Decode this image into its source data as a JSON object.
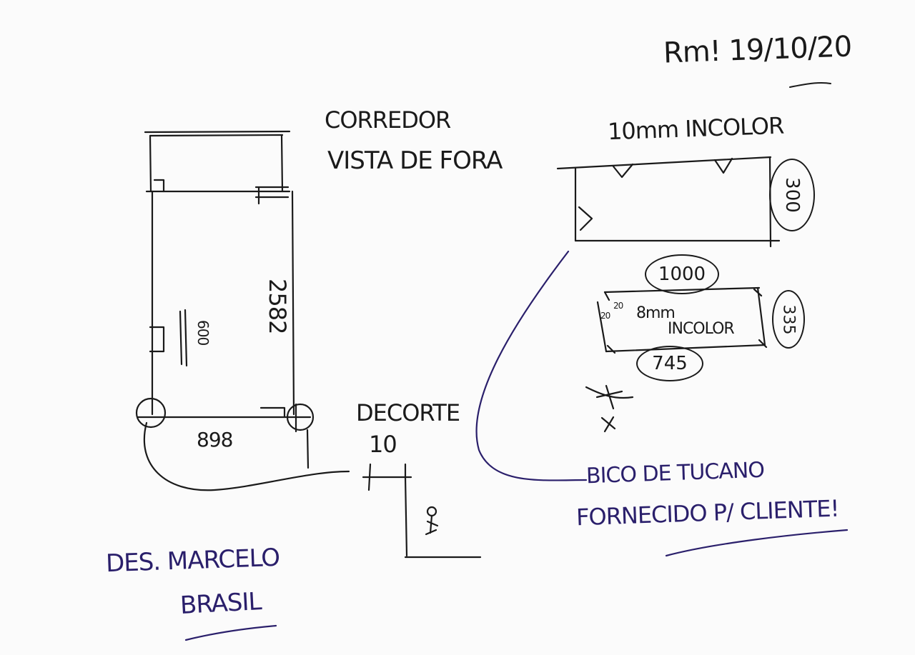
{
  "header": {
    "date": "Rm! 19/10/20"
  },
  "panel": {
    "title_line1": "CORREDOR",
    "title_line2": "VISTA DE FORA",
    "height": "2582",
    "width": "898",
    "handle": "600"
  },
  "detail": {
    "cut_label": "DECORTE",
    "cut_value": "10"
  },
  "glass": {
    "top_spec": "10mm INCOLOR",
    "top_height": "300",
    "lower_top": "1000",
    "lower_spec_line1": "8mm",
    "lower_spec_line2": "INCOLOR",
    "lower_height": "335",
    "lower_bottom": "745",
    "corner_a": "20",
    "corner_b": "20"
  },
  "note": {
    "line1": "BICO DE TUCANO",
    "line2": "FORNECIDO P/ CLIENTE!"
  },
  "author": {
    "line1": "DES. MARCELO",
    "line2": "BRASIL"
  },
  "colors": {
    "black_ink": "#1a1a1a",
    "blue_ink": "#2a1f6b",
    "paper": "#fbfbfb"
  }
}
